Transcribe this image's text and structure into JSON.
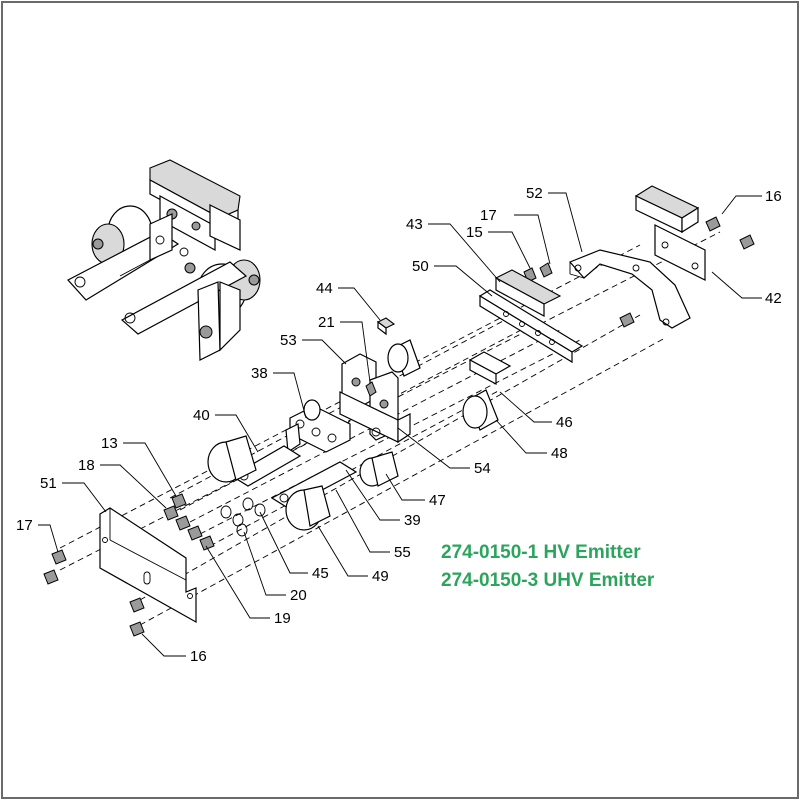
{
  "titles": {
    "line1": "274-0150-1 HV Emitter",
    "line2": "274-0150-3 UHV Emitter"
  },
  "callouts": {
    "c16a": "16",
    "c17a": "17",
    "c15": "15",
    "c52": "52",
    "c43": "43",
    "c50": "50",
    "c42": "42",
    "c44": "44",
    "c21": "21",
    "c53": "53",
    "c38": "38",
    "c40": "40",
    "c46": "46",
    "c48": "48",
    "c54": "54",
    "c13": "13",
    "c18": "18",
    "c51": "51",
    "c47": "47",
    "c39": "39",
    "c17b": "17",
    "c55": "55",
    "c45": "45",
    "c49": "49",
    "c20": "20",
    "c19": "19",
    "c16b": "16"
  },
  "colors": {
    "title": "#2ba55c",
    "border": "#6a6a6a"
  }
}
